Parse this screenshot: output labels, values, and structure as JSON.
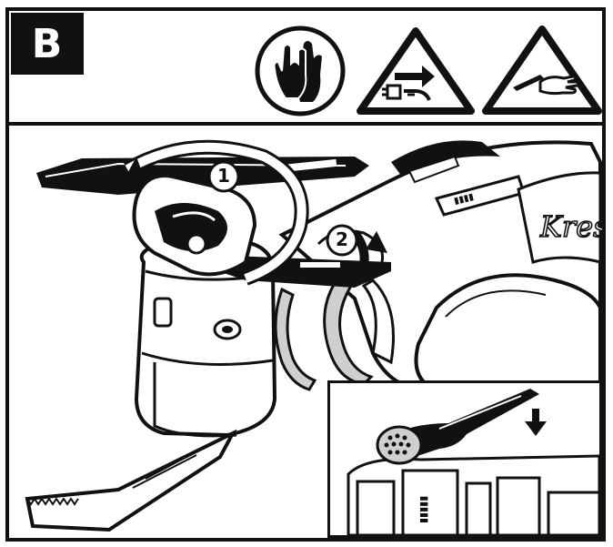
{
  "section": {
    "badge_label": "B"
  },
  "safety_icons": [
    {
      "name": "gloves-icon",
      "shape": "circle"
    },
    {
      "name": "unplug-warning-icon",
      "shape": "triangle"
    },
    {
      "name": "sharp-blade-hand-warning-icon",
      "shape": "triangle"
    }
  ],
  "steps": [
    {
      "number": "1",
      "action": "lever-up-rotate"
    },
    {
      "number": "2",
      "action": "rotate"
    }
  ],
  "tool": {
    "brand_partial": "Kres"
  },
  "colors": {
    "ink": "#111111",
    "paper": "#ffffff",
    "shade": "#cfcfcf"
  }
}
